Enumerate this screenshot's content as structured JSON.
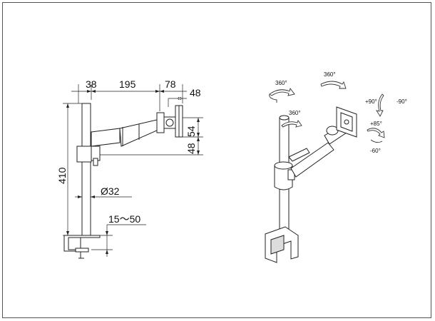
{
  "front_view": {
    "dimensions": {
      "d38": "38",
      "d195": "195",
      "d78": "78",
      "d48_top": "48",
      "d54": "54",
      "d48_side": "48",
      "d410": "410",
      "pole_diameter": "Ø32",
      "clamp_range": "15～50"
    }
  },
  "iso_view": {
    "angles": {
      "rot_base": "360°",
      "rot_top": "360°",
      "rot_pole": "360°",
      "tilt_plus": "+90°",
      "tilt_minus": "-90°",
      "pitch_plus": "+85°",
      "pitch_minus": "-60°"
    }
  },
  "colors": {
    "line": "#222222",
    "arrow_fill": "#ffffff"
  }
}
